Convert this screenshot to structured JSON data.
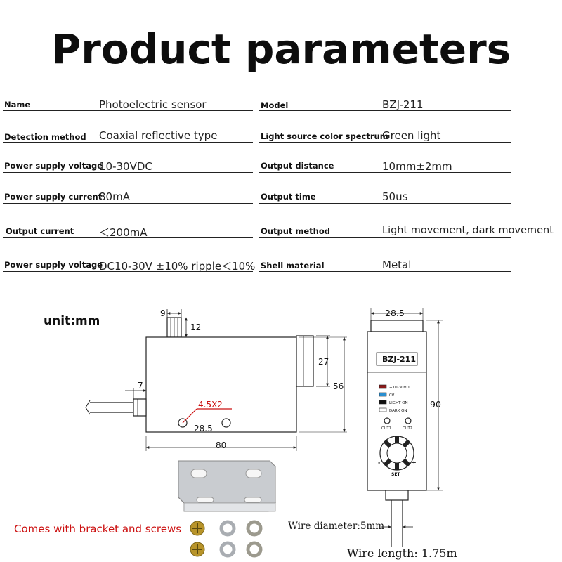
{
  "title": "Product parameters",
  "params_left": [
    {
      "label": "Name",
      "value": "Photoelectric sensor"
    },
    {
      "label": "Detection method",
      "value": "Coaxial reflective type"
    },
    {
      "label": "Power supply voltage",
      "value": "10-30VDC"
    },
    {
      "label": "Power supply current",
      "value": "80mA"
    },
    {
      "label": "Output current",
      "value": "＜200mA"
    },
    {
      "label": "Power supply voltage",
      "value": "DC10-30V ±10% ripple＜10%"
    }
  ],
  "params_right": [
    {
      "label": "Model",
      "value": "BZJ-211"
    },
    {
      "label": "Light source color spectrum",
      "value": "Green light"
    },
    {
      "label": "Output distance",
      "value": "10mm±2mm"
    },
    {
      "label": "Output time",
      "value": "50us"
    },
    {
      "label": "Output method",
      "value": "Light movement, dark movement"
    },
    {
      "label": "Shell material",
      "value": "Metal"
    }
  ],
  "unit_label": "unit:mm",
  "side_view": {
    "dim_knob_width": "9",
    "dim_knob_height": "12",
    "dim_lens_height": "27",
    "dim_body_height": "56",
    "dim_cable_gland": "7",
    "dim_hole_spec": "4.5X2",
    "dim_hole_spacing": "28.5",
    "dim_body_length": "80"
  },
  "front_view": {
    "dim_width": "28.5",
    "dim_height": "90",
    "model_label": "BZJ-211",
    "legend": [
      {
        "color": "#8b1a1a",
        "text": "+10-30VDC"
      },
      {
        "color": "#2a8fd0",
        "text": "0V"
      },
      {
        "color": "#111111",
        "text": "LIGHT ON"
      },
      {
        "color": "#ffffff",
        "text": "DARK ON"
      }
    ],
    "out1": "OUT1",
    "out2": "OUT2",
    "minus": "-",
    "plus": "+",
    "set": "SET"
  },
  "bracket_note": "Comes with bracket and screws",
  "wire_diameter": "Wire diameter:5mm",
  "wire_length": "Wire length: 1.75m",
  "colors": {
    "accent_red": "#cc1111",
    "text": "#111111"
  }
}
